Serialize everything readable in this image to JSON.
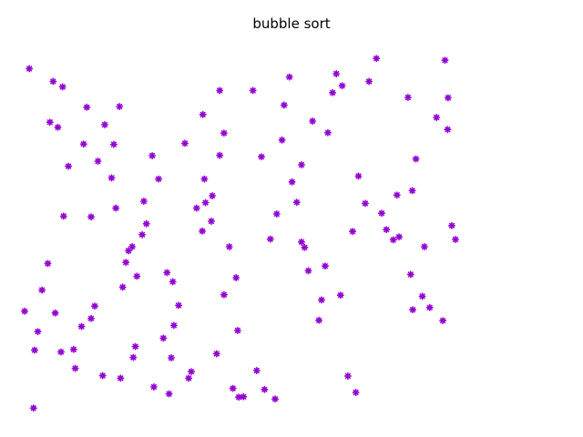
{
  "chart_data": {
    "type": "scatter",
    "title": "bubble sort",
    "xlabel": "",
    "ylabel": "",
    "axes_visible": false,
    "grid": false,
    "xlim": [
      0,
      100
    ],
    "ylim": [
      0,
      100
    ],
    "marker": "star",
    "color": "#9400D3",
    "series": [
      {
        "points": [
          [
            0.0,
            28.8
          ],
          [
            1.7,
            2.2
          ],
          [
            1.9,
            18.1
          ],
          [
            0.9,
            95.4
          ],
          [
            2.5,
            23.2
          ],
          [
            3.3,
            34.6
          ],
          [
            4.4,
            41.9
          ],
          [
            4.8,
            80.7
          ],
          [
            5.8,
            28.3
          ],
          [
            7.2,
            90.4
          ],
          [
            5.4,
            91.9
          ],
          [
            6.9,
            17.6
          ],
          [
            7.4,
            54.9
          ],
          [
            6.3,
            79.3
          ],
          [
            8.3,
            68.6
          ],
          [
            9.6,
            13.1
          ],
          [
            9.3,
            18.3
          ],
          [
            10.8,
            24.6
          ],
          [
            11.2,
            74.7
          ],
          [
            11.8,
            84.8
          ],
          [
            12.6,
            54.7
          ],
          [
            13.3,
            30.2
          ],
          [
            12.6,
            26.8
          ],
          [
            13.9,
            70.0
          ],
          [
            15.2,
            80.0
          ],
          [
            16.5,
            65.4
          ],
          [
            16.9,
            74.6
          ],
          [
            14.8,
            11.1
          ],
          [
            17.3,
            57.1
          ],
          [
            18.0,
            85.0
          ],
          [
            18.6,
            35.4
          ],
          [
            18.2,
            10.4
          ],
          [
            19.2,
            42.2
          ],
          [
            20.4,
            46.5
          ],
          [
            19.7,
            45.4
          ],
          [
            21.3,
            38.4
          ],
          [
            21.0,
            19.1
          ],
          [
            20.6,
            16.1
          ],
          [
            22.6,
            59.0
          ],
          [
            23.1,
            52.8
          ],
          [
            24.2,
            71.5
          ],
          [
            22.3,
            49.8
          ],
          [
            25.4,
            65.1
          ],
          [
            24.5,
            8.0
          ],
          [
            26.3,
            21.4
          ],
          [
            27.4,
            6.1
          ],
          [
            28.3,
            24.9
          ],
          [
            28.1,
            36.9
          ],
          [
            27.0,
            39.4
          ],
          [
            27.8,
            16.0
          ],
          [
            30.4,
            74.9
          ],
          [
            29.2,
            30.4
          ],
          [
            31.1,
            10.4
          ],
          [
            31.6,
            12.2
          ],
          [
            34.3,
            58.6
          ],
          [
            34.1,
            65.1
          ],
          [
            33.8,
            82.8
          ],
          [
            32.6,
            57.1
          ],
          [
            33.7,
            50.8
          ],
          [
            35.6,
            60.5
          ],
          [
            37.0,
            89.4
          ],
          [
            37.8,
            77.7
          ],
          [
            36.4,
            17.1
          ],
          [
            37.8,
            33.3
          ],
          [
            35.4,
            53.5
          ],
          [
            37.0,
            71.6
          ],
          [
            38.8,
            46.5
          ],
          [
            39.5,
            7.6
          ],
          [
            40.1,
            38.0
          ],
          [
            40.4,
            23.5
          ],
          [
            40.6,
            5.2
          ],
          [
            41.5,
            5.3
          ],
          [
            43.3,
            89.4
          ],
          [
            44.0,
            12.5
          ],
          [
            44.9,
            71.2
          ],
          [
            45.5,
            7.3
          ],
          [
            46.6,
            48.6
          ],
          [
            47.8,
            55.5
          ],
          [
            47.5,
            4.7
          ],
          [
            48.8,
            75.8
          ],
          [
            49.2,
            85.4
          ],
          [
            50.2,
            93.1
          ],
          [
            50.7,
            64.3
          ],
          [
            51.6,
            58.7
          ],
          [
            52.5,
            69.0
          ],
          [
            52.5,
            47.8
          ],
          [
            53.8,
            39.9
          ],
          [
            53.1,
            46.3
          ],
          [
            54.6,
            81.0
          ],
          [
            55.8,
            26.3
          ],
          [
            56.3,
            31.9
          ],
          [
            57.5,
            77.8
          ],
          [
            57.0,
            41.2
          ],
          [
            59.1,
            94.0
          ],
          [
            58.4,
            88.8
          ],
          [
            60.2,
            90.7
          ],
          [
            59.9,
            33.2
          ],
          [
            61.3,
            11.0
          ],
          [
            62.2,
            50.7
          ],
          [
            63.3,
            65.9
          ],
          [
            62.8,
            6.5
          ],
          [
            64.6,
            58.4
          ],
          [
            65.3,
            91.9
          ],
          [
            66.7,
            98.2
          ],
          [
            67.7,
            55.7
          ],
          [
            68.6,
            51.2
          ],
          [
            69.9,
            48.4
          ],
          [
            70.6,
            60.7
          ],
          [
            71.0,
            49.2
          ],
          [
            72.7,
            87.5
          ],
          [
            73.2,
            38.9
          ],
          [
            73.5,
            61.9
          ],
          [
            73.6,
            29.2
          ],
          [
            74.2,
            70.6
          ],
          [
            75.4,
            32.9
          ],
          [
            75.8,
            46.5
          ],
          [
            76.8,
            29.8
          ],
          [
            78.1,
            82.0
          ],
          [
            79.3,
            26.2
          ],
          [
            79.7,
            97.7
          ],
          [
            80.2,
            78.7
          ],
          [
            80.3,
            87.4
          ],
          [
            81.0,
            52.3
          ],
          [
            81.7,
            48.5
          ]
        ]
      }
    ]
  }
}
